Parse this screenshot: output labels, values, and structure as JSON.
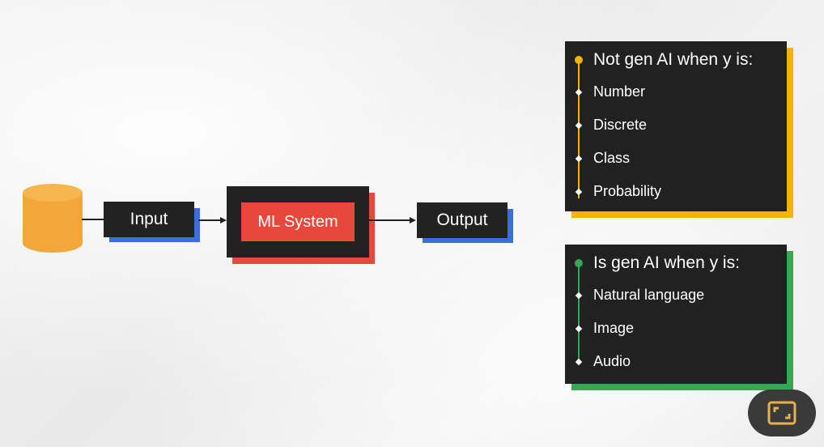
{
  "flow": {
    "input_label": "Input",
    "system_label": "ML System",
    "output_label": "Output"
  },
  "not_gen_panel": {
    "title": "Not gen AI when y is:",
    "items": [
      "Number",
      "Discrete",
      "Class",
      "Probability"
    ],
    "accent": "#F4B400"
  },
  "gen_panel": {
    "title": "Is gen AI when y is:",
    "items": [
      "Natural language",
      "Image",
      "Audio"
    ],
    "accent": "#34A853"
  },
  "colors": {
    "box_shadow_blue": "#3B6FE0",
    "system_red": "#E8483B",
    "database_orange": "#F2A838",
    "button_icon_orange": "#E8B04A"
  },
  "controls": {
    "fullscreen_icon": "fullscreen-icon"
  }
}
